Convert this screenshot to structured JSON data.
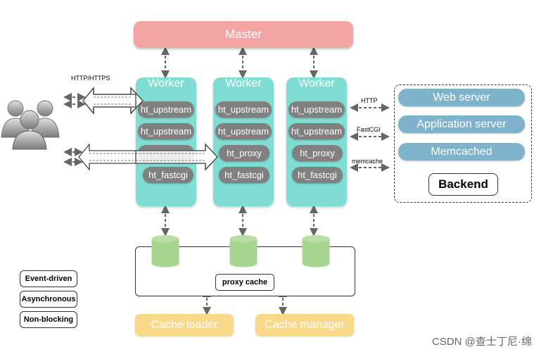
{
  "master": {
    "label": "Master"
  },
  "workers": [
    {
      "title": "Worker",
      "modules": [
        "ht_upstream",
        "ht_upstream",
        "",
        "ht_fastcgi"
      ]
    },
    {
      "title": "Worker",
      "modules": [
        "ht_upstream",
        "ht_upstream",
        "ht_proxy",
        "ht_fastcgi"
      ]
    },
    {
      "title": "Worker",
      "modules": [
        "ht_upstream",
        "ht_upstream",
        "ht_proxy",
        "ht_fastcgi"
      ]
    }
  ],
  "protocols": {
    "client": "HTTP/HTTPS",
    "http": "HTTP",
    "fastcgi": "FastCGI",
    "memcache": "memcache"
  },
  "backend": {
    "items": [
      "Web server",
      "Application server",
      "Memcached"
    ],
    "label": "Backend"
  },
  "proxy_cache": {
    "label": "proxy cache"
  },
  "cache_processes": {
    "loader": "Cache loader",
    "manager": "Cache manager"
  },
  "properties": [
    "Event-driven",
    "Asynchronous",
    "Non-blocking"
  ],
  "watermark": "CSDN @查士丁尼·绵",
  "colors": {
    "master": "#f2a5a3",
    "worker": "#7fddd4",
    "module": "#808080",
    "backend_item": "#7fb3cb",
    "cache_disk": "#a8d590",
    "cache_process": "#fbd98a"
  }
}
